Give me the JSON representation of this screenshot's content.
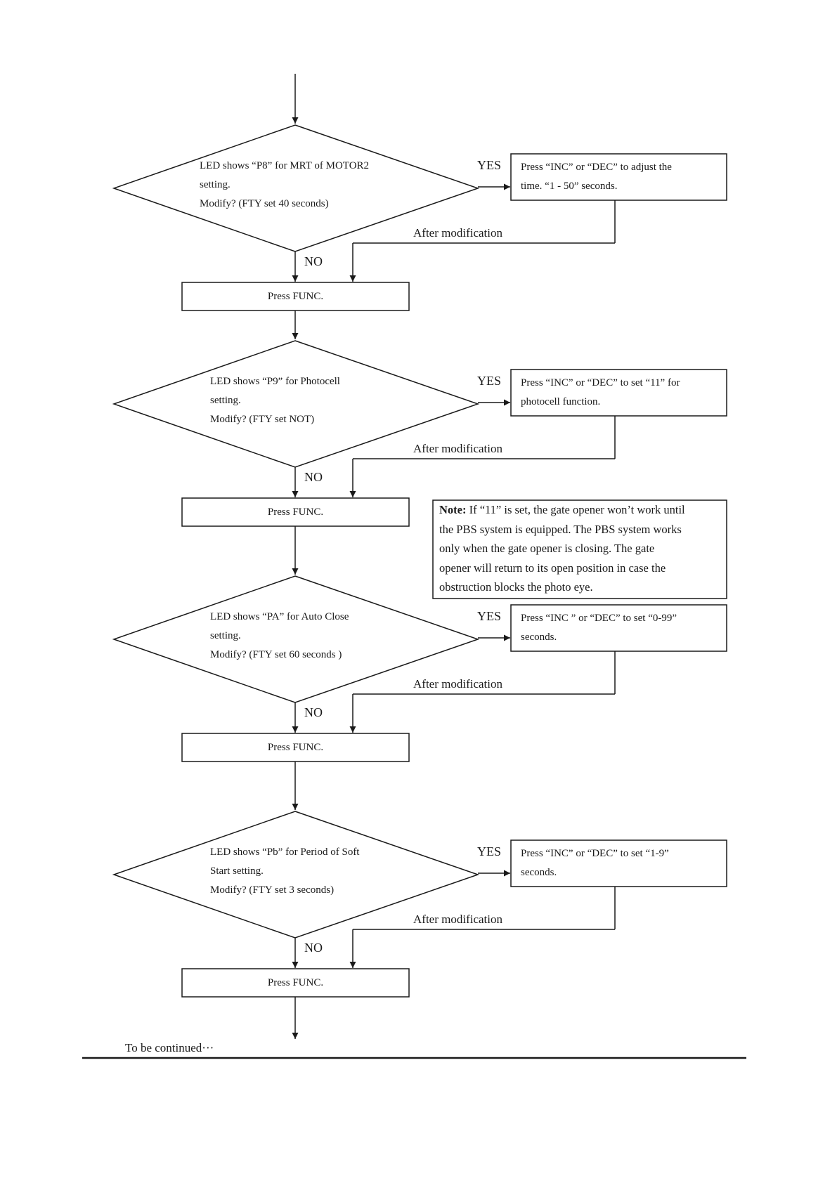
{
  "steps": [
    {
      "decision_lines": [
        "LED shows “P8” for MRT of MOTOR2",
        "setting.",
        "Modify? (FTY set 40 seconds)"
      ],
      "action_lines": [
        "Press “INC” or “DEC” to adjust the",
        "time. “1 - 50” seconds."
      ],
      "yes": "YES",
      "no": "NO",
      "after": "After modification",
      "func": "Press FUNC."
    },
    {
      "decision_lines": [
        "LED shows “P9” for Photocell",
        "setting.",
        "Modify? (FTY set NOT)"
      ],
      "action_lines": [
        "Press “INC” or “DEC” to set “11” for",
        "photocell function."
      ],
      "yes": "YES",
      "no": "NO",
      "after": "After modification",
      "func": "Press FUNC."
    },
    {
      "decision_lines": [
        "LED shows “PA” for Auto Close",
        "setting.",
        "Modify? (FTY set 60 seconds )"
      ],
      "action_lines": [
        "Press “INC ” or “DEC” to set “0-99”",
        "seconds."
      ],
      "yes": "YES",
      "no": "NO",
      "after": "After modification",
      "func": "Press FUNC."
    },
    {
      "decision_lines": [
        "LED shows “Pb” for Period of Soft",
        "Start setting.",
        "Modify? (FTY set 3 seconds)"
      ],
      "action_lines": [
        "Press “INC” or “DEC” to set “1-9”",
        "seconds."
      ],
      "yes": "YES",
      "no": "NO",
      "after": "After modification",
      "func": "Press FUNC."
    }
  ],
  "note": {
    "label": "Note:",
    "lines": [
      "If “11” is set, the gate opener won’t work until",
      "the PBS system is equipped. The PBS system works",
      "only when the gate opener is closing. The gate",
      "opener will return to its open position in case the",
      "obstruction blocks the photo eye."
    ]
  },
  "continued": "To be continued···"
}
